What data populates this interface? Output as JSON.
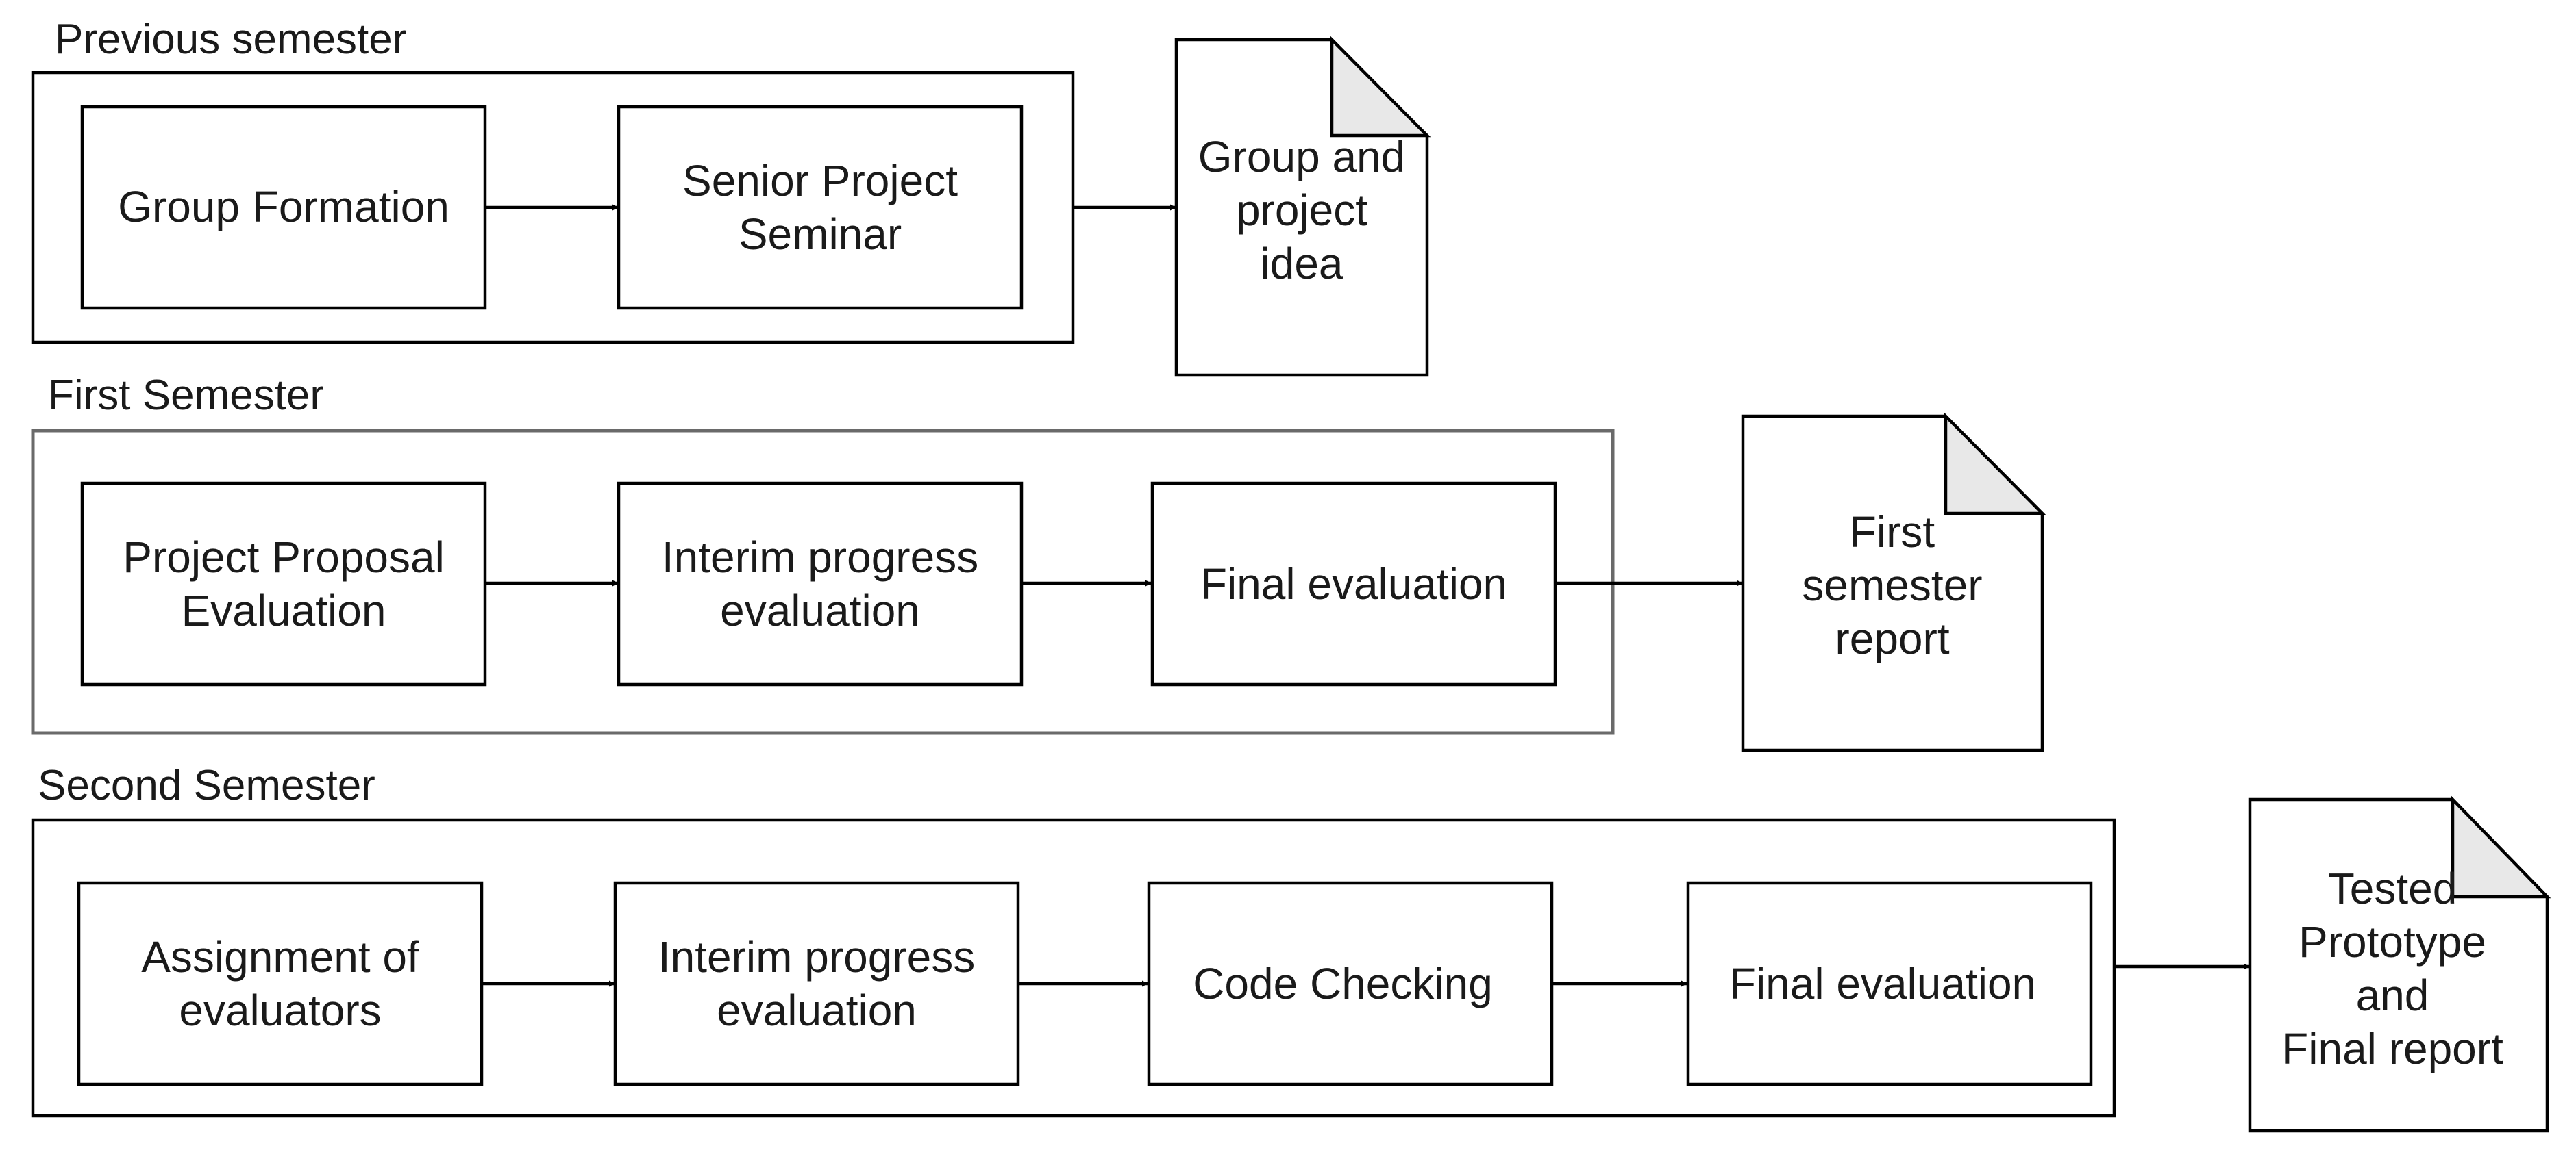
{
  "sections": [
    {
      "title": "Previous semester",
      "steps": [
        [
          "Group Formation"
        ],
        [
          "Senior Project",
          "Seminar"
        ]
      ],
      "output": [
        "Group and",
        "project",
        "idea"
      ]
    },
    {
      "title": "First Semester",
      "steps": [
        [
          "Project Proposal",
          "Evaluation"
        ],
        [
          "Interim progress",
          "evaluation"
        ],
        [
          "Final evaluation"
        ]
      ],
      "output": [
        "First",
        "semester",
        "report"
      ]
    },
    {
      "title": "Second Semester",
      "steps": [
        [
          "Assignment of",
          "evaluators"
        ],
        [
          "Interim progress",
          "evaluation"
        ],
        [
          "Code Checking"
        ],
        [
          "Final evaluation"
        ]
      ],
      "output": [
        "Tested",
        "Prototype",
        "and",
        "Final report"
      ]
    }
  ],
  "colors": {
    "stroke": "#000000",
    "frame_gray": "#6a6a6a",
    "fold_fill": "#e8e8e8",
    "text": "#1a1a1a"
  }
}
